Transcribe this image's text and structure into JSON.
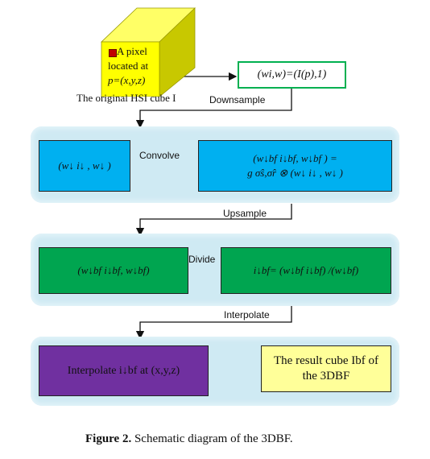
{
  "cube": {
    "pixel_line1": "A pixel",
    "pixel_line2": "located at",
    "pixel_line3": "p=(x,y,z)",
    "caption": "The original HSI cube I"
  },
  "downsample_box": {
    "text": "(wi,w)=(I(p),1)"
  },
  "labels": {
    "downsample": "Downsample",
    "convolve": "Convolve",
    "upsample": "Upsample",
    "divide": "Divide",
    "interpolate": "Interpolate"
  },
  "row1": {
    "left": "(w↓ i↓ , w↓ )",
    "right_line1": "(w↓bf i↓bf, w↓bf ) =",
    "right_line2": "g σ̂s,σ̂r ⊗ (w↓ i↓ , w↓ )"
  },
  "row2": {
    "left": "(w↓bf i↓bf, w↓bf)",
    "right": "i↓bf= (w↓bf i↓bf) /(w↓bf)"
  },
  "row3": {
    "left": "Interpolate i↓bf at (x,y,z)",
    "right_line1": "The result cube Ibf of",
    "right_line2": "the 3DBF"
  },
  "figure_caption": {
    "label": "Figure 2.",
    "text": "Schematic diagram of the 3DBF."
  },
  "colors": {
    "cube_front": "#ffff00",
    "cube_side": "#c8c800",
    "panel": "#cfeaf3",
    "blue_box": "#00b0f0",
    "green_box": "#00a550",
    "purple_box": "#7030a0",
    "yellow_box": "#ffff99",
    "downsample_box_border": "#00b050",
    "pixel_marker": "#c00000"
  }
}
